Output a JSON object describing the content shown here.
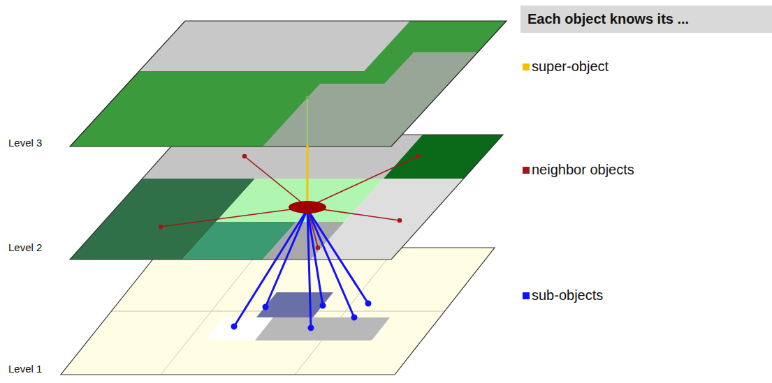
{
  "diagram": {
    "labels": [
      "Each object knows its ...",
      "Level 3",
      "Level 2",
      "Level 1"
    ],
    "legend": [
      {
        "text": "super-object",
        "color": "#f5c000"
      },
      {
        "text": "neighbor objects",
        "color": "#a01818"
      },
      {
        "text": "sub-objects",
        "color": "#1010ff"
      }
    ]
  }
}
